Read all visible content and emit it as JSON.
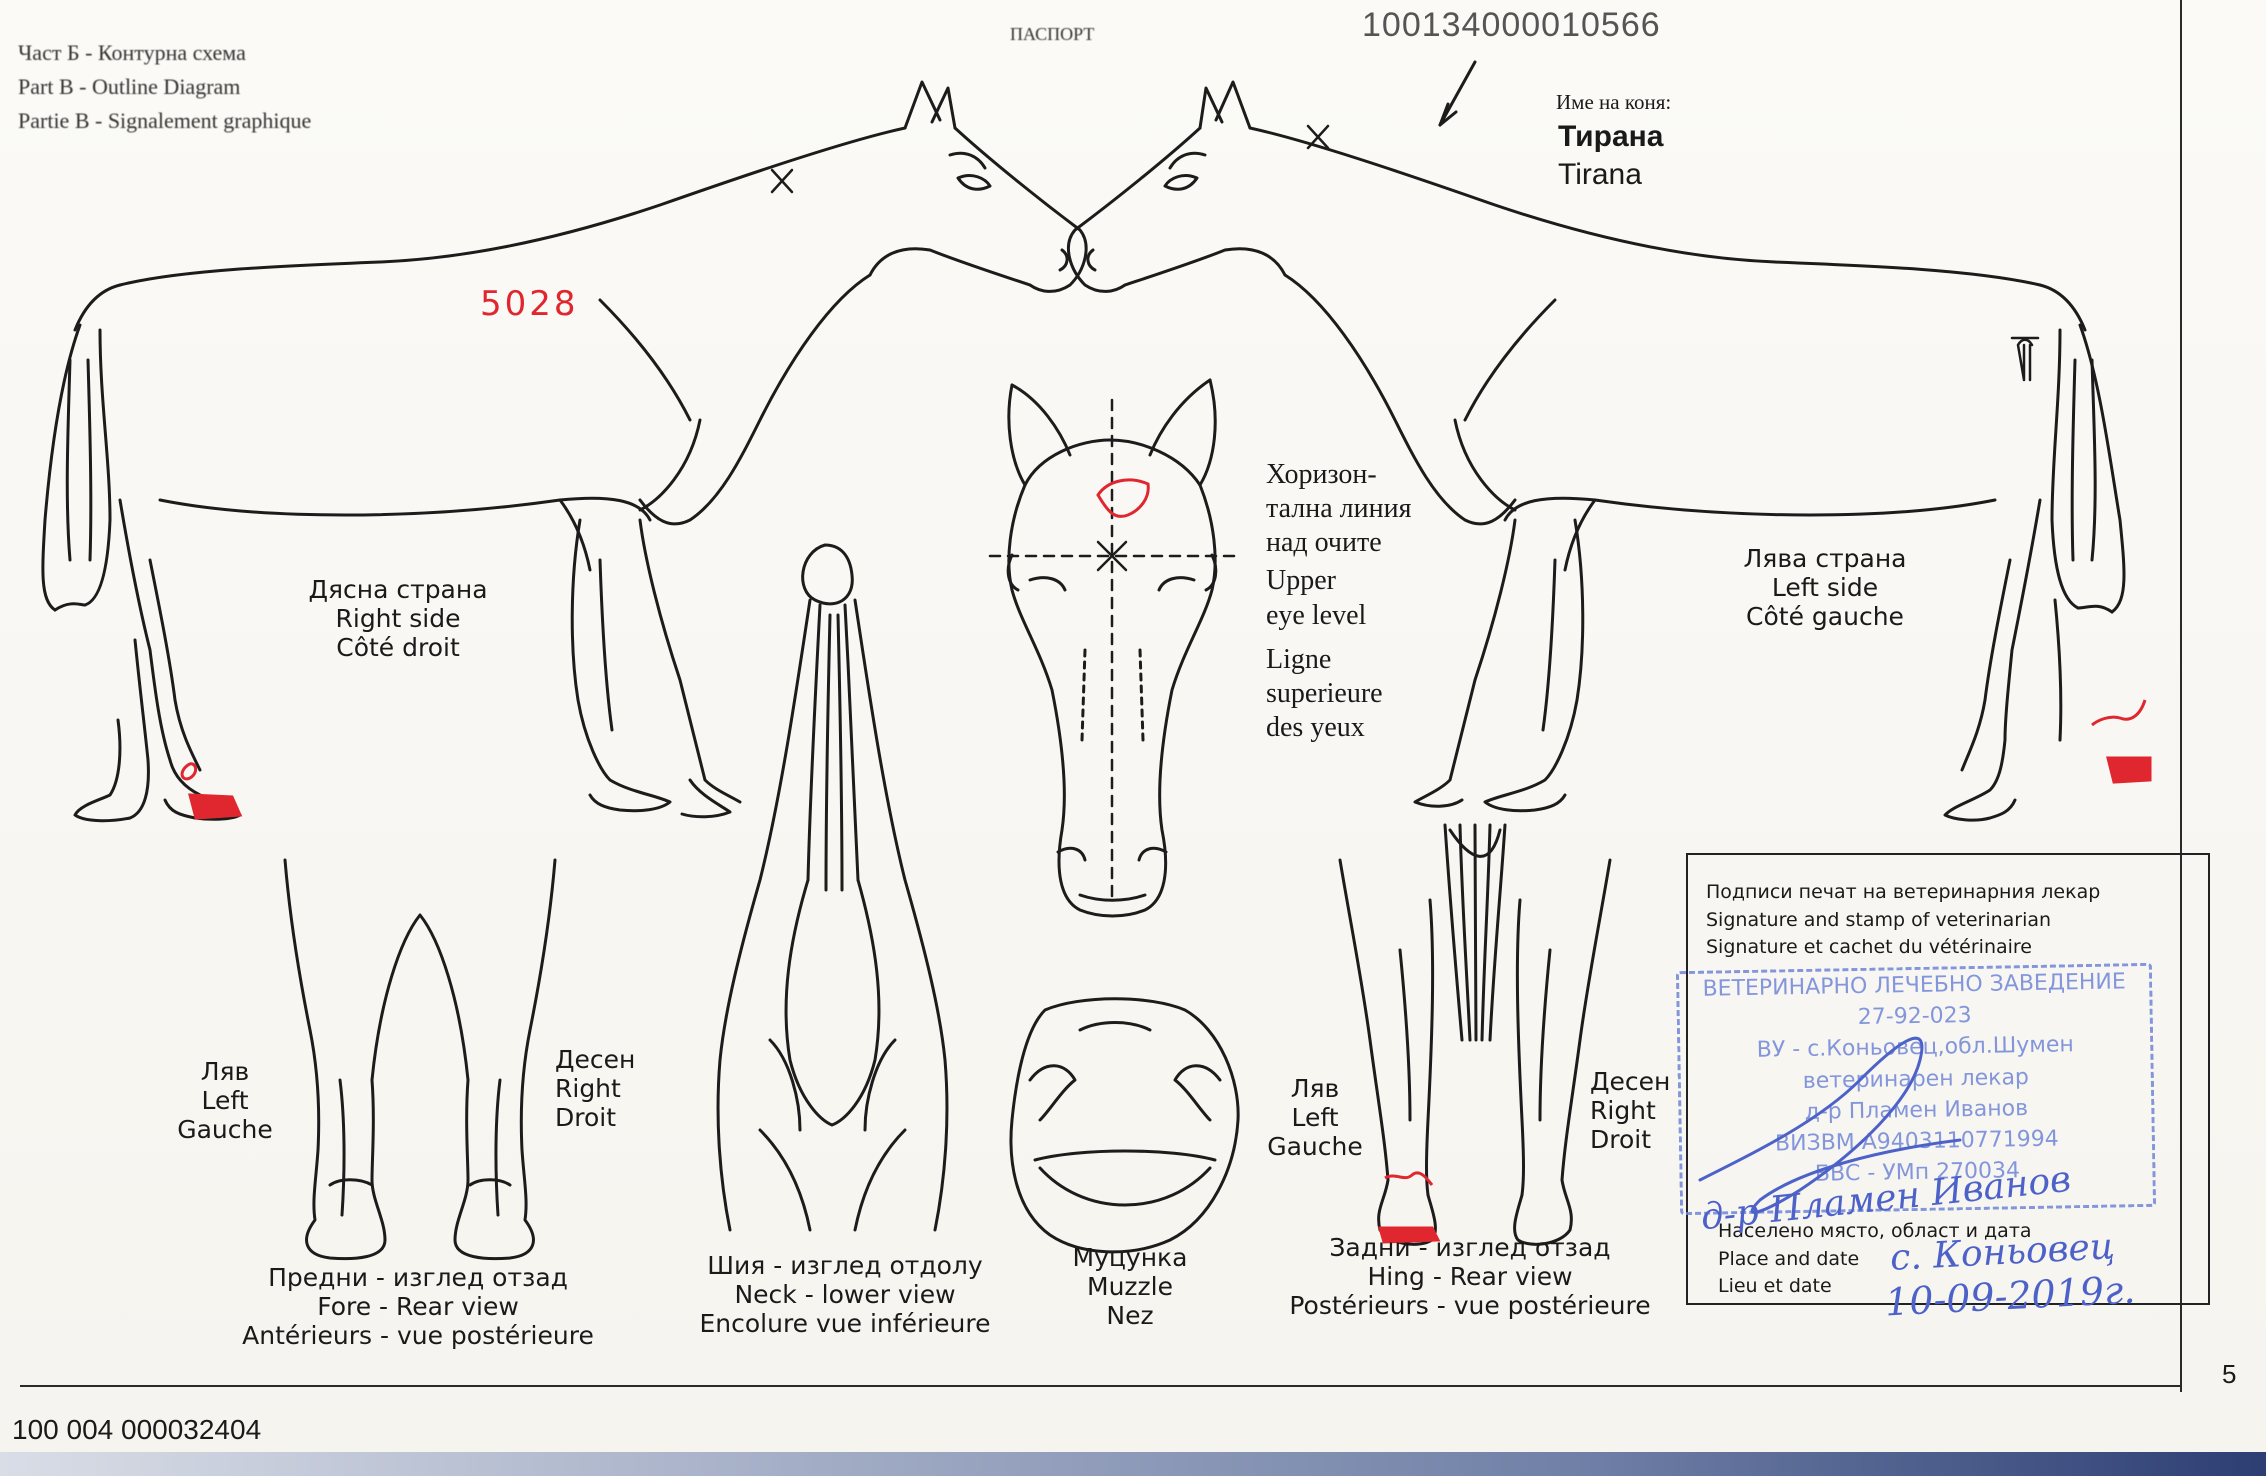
{
  "header": {
    "part_bg": "Част Б - Контурна схема",
    "part_en": "Part B - Outline Diagram",
    "part_fr": "Partie B - Signalement graphique",
    "center_label": "ПАСПОРТ",
    "passport_number": "100134000010566"
  },
  "horse_name": {
    "label": "Име на коня:",
    "name_bg": "Тирана",
    "name_lat": "Tirana"
  },
  "marks": {
    "red_number": "5028"
  },
  "right_side": [
    "Дясна страна",
    "Right side",
    "Côté droit"
  ],
  "left_side": [
    "Лява страна",
    "Left side",
    "Côté gauche"
  ],
  "eye_line": [
    "Хоризон-",
    "тална линия",
    "над очите",
    "Upper",
    "eye level",
    "Ligne",
    "superieure",
    "des yeux"
  ],
  "fore": {
    "left": [
      "Ляв",
      "Left",
      "Gauche"
    ],
    "right": [
      "Десен",
      "Right",
      "Droit"
    ],
    "caption": [
      "Предни - изглед отзад",
      "Fore - Rear view",
      "Antérieurs - vue postérieure"
    ]
  },
  "neck": {
    "caption": [
      "Шия - изглед отдолу",
      "Neck - lower view",
      "Encolure vue inférieure"
    ]
  },
  "muzzle": {
    "caption": [
      "Муцунка",
      "Muzzle",
      "Nez"
    ]
  },
  "hind": {
    "left": [
      "Ляв",
      "Left",
      "Gauche"
    ],
    "right": [
      "Десен",
      "Right",
      "Droit"
    ],
    "caption": [
      "Задни - изглед отзад",
      "Hing - Rear view",
      "Postérieurs - vue postérieure"
    ]
  },
  "signature": {
    "lines": [
      "Подписи печат на ветеринарния лекар",
      "Signature and stamp of veterinarian",
      "Signature et cachet du vétérinaire"
    ],
    "place_lines": [
      "Населено място, област и дата",
      "Place and date",
      "Lieu et date"
    ],
    "stamp_lines": [
      "ВЕТЕРИНАРНО ЛЕЧЕБНО ЗАВЕДЕНИЕ",
      "27-92-023",
      "ВУ - с.Коньовец,обл.Шумен",
      "ветеринарен лекар",
      "д-р Пламен Иванов",
      "ВИЗВМ А9403110771994",
      "БВС - УМп 270034"
    ],
    "handwritten_name": "д-р Пламен Иванов",
    "handwritten_place": "с. Коньовец",
    "handwritten_date": "10-09-2019г."
  },
  "footer": {
    "document_number": "100 004 000032404",
    "page_number": "5"
  },
  "colors": {
    "ink": "#1a1a1a",
    "red_marking": "#e0262e",
    "stamp_blue": "#6f86d8"
  }
}
